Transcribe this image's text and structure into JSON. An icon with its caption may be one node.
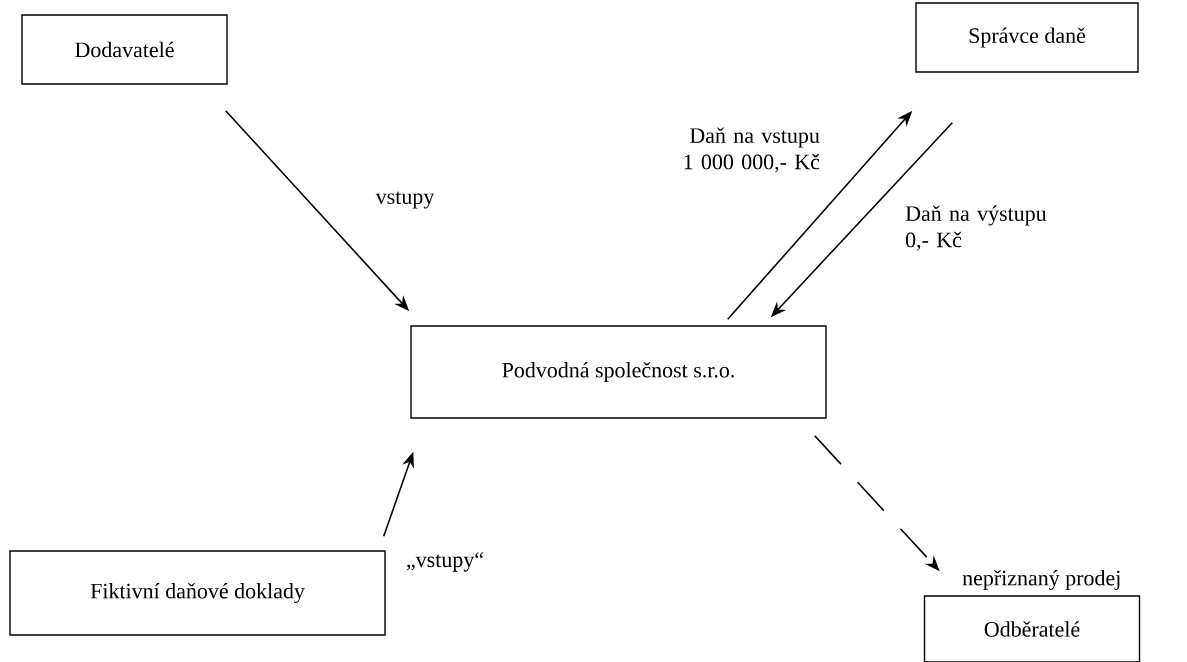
{
  "diagram": {
    "nodes": [
      {
        "text": [
          "Dodavatelé"
        ]
      },
      {
        "text": [
          "Správce daně"
        ]
      },
      {
        "text": [
          "Podvodná společnost s.r.o."
        ]
      },
      {
        "text": [
          "Fiktivní daňové doklady"
        ]
      },
      {
        "text": [
          "Odběratelé"
        ]
      }
    ],
    "edges": [
      {
        "from": 0,
        "to": 2,
        "arrow": "to",
        "label": "vstupy"
      },
      {
        "from": 2,
        "to": 1,
        "arrow": "to",
        "label": "Daň na vstupu 1 000 000,- Kč"
      },
      {
        "from": 1,
        "to": 2,
        "arrow": "to",
        "label": "Daň na výstupu 0,- Kč"
      },
      {
        "from": 3,
        "to": 2,
        "arrow": "to",
        "label": "„vstupy“"
      },
      {
        "from": 2,
        "to": 4,
        "arrow": "to",
        "label": "nepřiznaný prodej",
        "style": "dashed"
      }
    ]
  }
}
